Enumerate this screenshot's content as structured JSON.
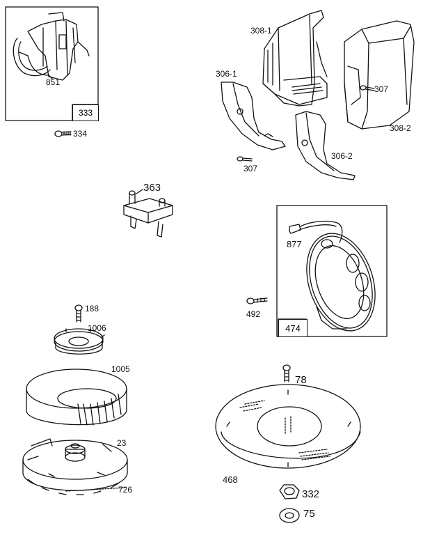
{
  "parts": {
    "p851": "851",
    "p333": "333",
    "p334": "334",
    "p308_1": "308-1",
    "p308_2": "308-2",
    "p306_1": "306-1",
    "p306_2": "306-2",
    "p307a": "307",
    "p307b": "307",
    "p363": "363",
    "p877": "877",
    "p474": "474",
    "p492": "492",
    "p188": "188",
    "p1006": "1006",
    "p1005": "1005",
    "p23": "23",
    "p726": "726",
    "p78": "78",
    "p468": "468",
    "p332": "332",
    "p75": "75"
  }
}
